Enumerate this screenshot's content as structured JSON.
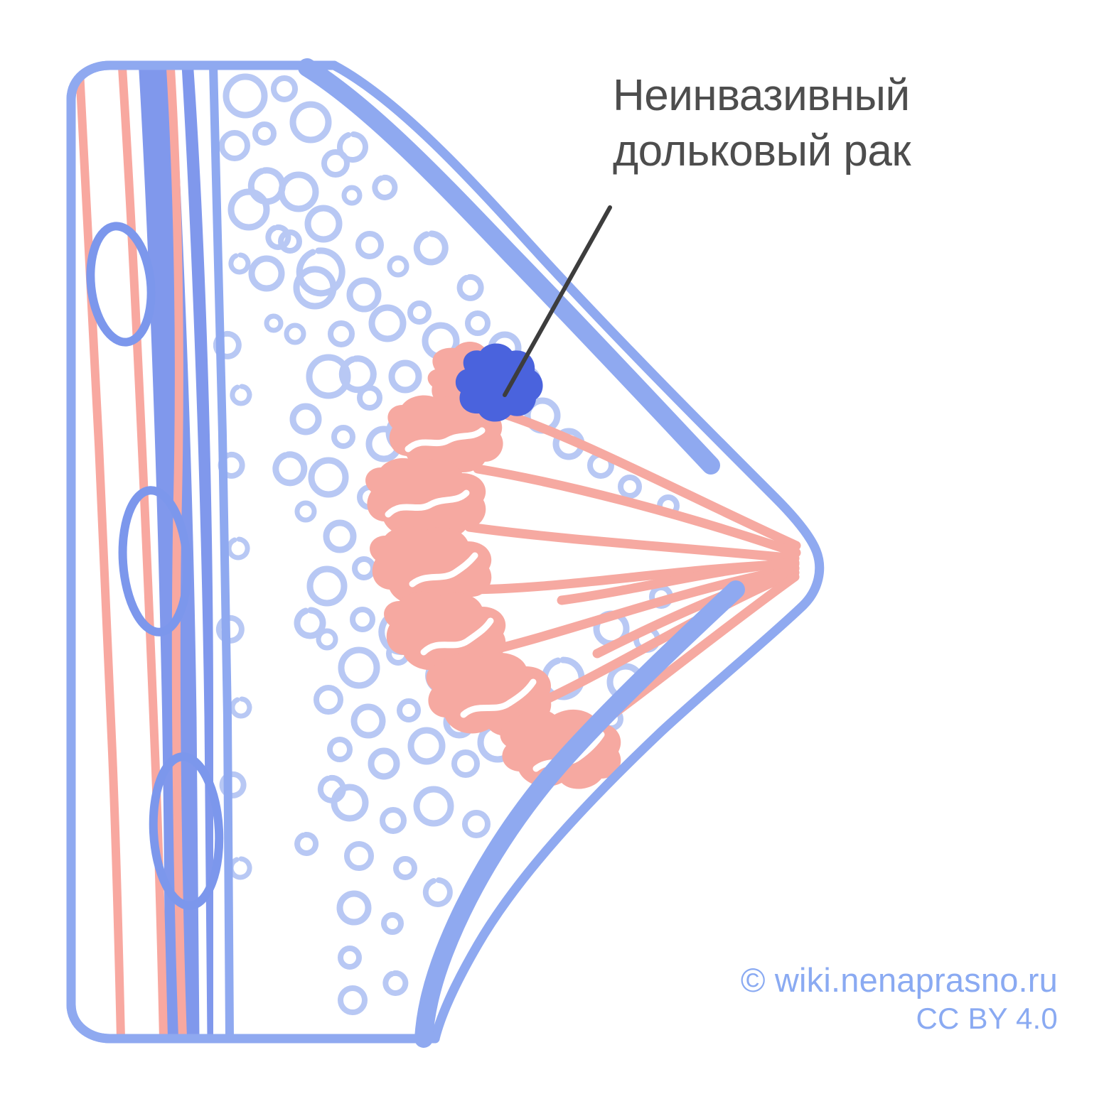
{
  "illustration": {
    "title_alt": "Неинвазивный дольковый рак",
    "subject": "breast-cross-section"
  },
  "callout": {
    "label": "Неинвазивный\nдольковый рак",
    "pointer": "leader-line",
    "pointer_color": "#3d3d3d"
  },
  "attribution": {
    "line1": "© wiki.nenaprasno.ru",
    "line2": "CC BY 4.0"
  },
  "colors": {
    "background": "#ffffff",
    "skin_outline": "#8fa9f0",
    "muscle_band": "#8098ec",
    "rib_outline": "#7c97ec",
    "fat_ring": "#b8c8f4",
    "lobule_pink": "#f6a9a1",
    "duct_pink": "#f6a9a1",
    "vessel_pink": "#f8a8a0",
    "tumor_blue": "#4a63dd",
    "label_text": "#4d4d4d",
    "attribution_text": "#8aaaf2"
  },
  "anatomy": {
    "parts": [
      {
        "name": "chest-wall",
        "color": "#8fa9f0"
      },
      {
        "name": "pectoral-muscle",
        "color": "#8098ec"
      },
      {
        "name": "rib-cross-section",
        "color": "#7c97ec",
        "count": 3
      },
      {
        "name": "blood-vessel",
        "color": "#f8a8a0",
        "count": 3
      },
      {
        "name": "fatty-tissue",
        "color": "#b8c8f4"
      },
      {
        "name": "lobule",
        "color": "#f6a9a1",
        "count": 7
      },
      {
        "name": "milk-duct",
        "color": "#f6a9a1",
        "count": 7
      },
      {
        "name": "nipple",
        "color": "#8fa9f0"
      },
      {
        "name": "skin",
        "color": "#8fa9f0"
      },
      {
        "name": "tumor-noninvasive-lobular-carcinoma",
        "color": "#4a63dd"
      }
    ]
  }
}
